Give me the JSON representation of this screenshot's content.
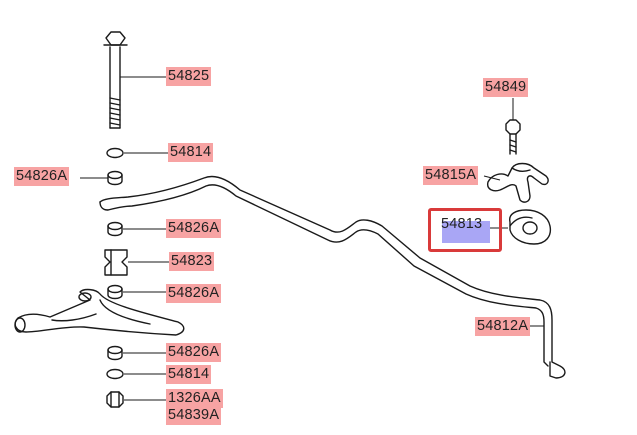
{
  "diagram": {
    "part_labels": {
      "p54825": "54825",
      "p54814_top": "54814",
      "p54826A_left": "54826A",
      "p54826A_1": "54826A",
      "p54823": "54823",
      "p54826A_2": "54826A",
      "p54826A_3": "54826A",
      "p54814_bottom": "54814",
      "p1326AA": "1326AA",
      "p54839A": "54839A",
      "p54849": "54849",
      "p54815A": "54815A",
      "p54813": "54813",
      "p54812A": "54812A"
    },
    "highlight_colors": {
      "red": "#f7a3a3",
      "blue": "#a9a6f5",
      "selection_border": "#d93a3a"
    },
    "selected_part": "54813"
  }
}
